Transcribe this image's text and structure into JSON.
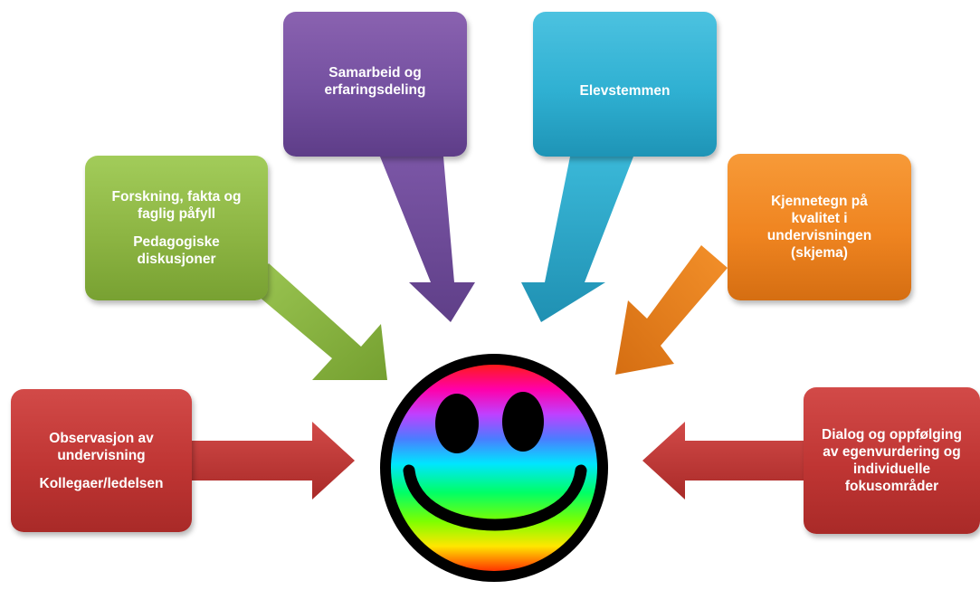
{
  "boxes": {
    "observasjon": {
      "line1": "Observasjon av",
      "line2": "undervisning",
      "line3": "Kollegaer/ledelsen"
    },
    "forskning": {
      "line1": "Forskning, fakta og",
      "line2": "faglig påfyll",
      "line3": "Pedagogiske",
      "line4": "diskusjoner"
    },
    "samarbeid": {
      "line1": "Samarbeid og",
      "line2": "erfaringsdeling"
    },
    "elevstemmen": {
      "line1": "Elevstemmen"
    },
    "kjennetegn": {
      "line1": "Kjennetegn på",
      "line2": "kvalitet i",
      "line3": "undervisningen",
      "line4": "(skjema)"
    },
    "dialog": {
      "line1": "Dialog og oppfølging",
      "line2": "av egenvurdering og",
      "line3": "individuelle",
      "line4": "fokusområder"
    }
  },
  "colors": {
    "red": "#c0392f",
    "green": "#8db543",
    "purple": "#7450a0",
    "teal": "#2fb0d2",
    "orange": "#ef8420"
  }
}
